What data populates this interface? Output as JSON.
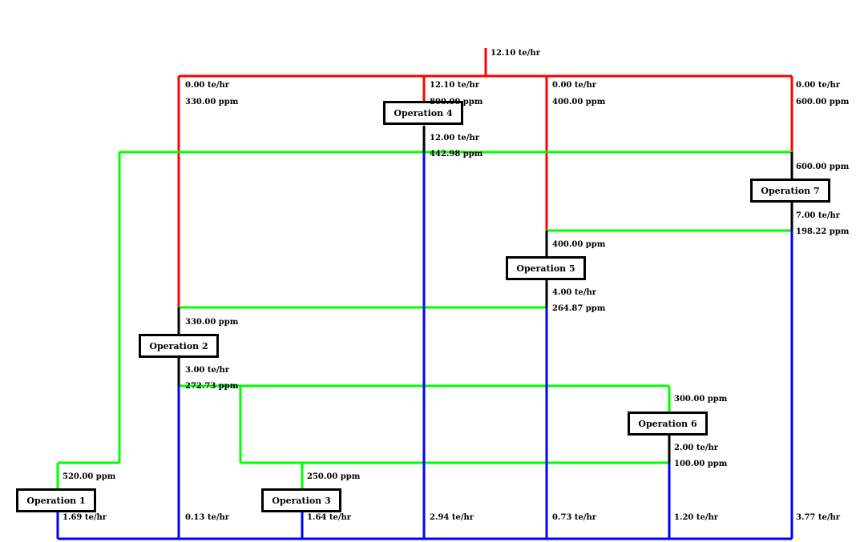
{
  "colors": {
    "freshwater_line": "#ff0000",
    "reuse_line": "#00ff00",
    "wastewater_line": "#0000ff",
    "box_border": "#000000"
  },
  "source": {
    "flow": "12.10 te/hr"
  },
  "operations": [
    {
      "name": "Operation 1",
      "inlet_ppm": "520.00 ppm",
      "outlet_flow": "1.69 te/hr"
    },
    {
      "name": "Operation 2",
      "inlet_ppm": "330.00 ppm",
      "outlet_flow": "3.00 te/hr",
      "outlet_ppm": "272.73 ppm"
    },
    {
      "name": "Operation 3",
      "inlet_ppm": "250.00 ppm",
      "outlet_flow": "1.64 te/hr"
    },
    {
      "name": "Operation 4",
      "outlet_flow": "12.00 te/hr",
      "outlet_ppm": "442.98 ppm"
    },
    {
      "name": "Operation 5",
      "inlet_ppm": "400.00 ppm",
      "outlet_flow": "4.00 te/hr",
      "outlet_ppm": "264.87 ppm"
    },
    {
      "name": "Operation 6",
      "inlet_ppm": "300.00 ppm",
      "outlet_flow": "2.00 te/hr",
      "outlet_ppm": "100.00 ppm"
    },
    {
      "name": "Operation 7",
      "inlet_ppm": "600.00 ppm",
      "outlet_flow": "7.00 te/hr",
      "outlet_ppm": "198.22 ppm"
    }
  ],
  "fresh_branches": [
    {
      "flow": "0.00 te/hr",
      "ppm": "330.00 ppm"
    },
    {
      "flow": "12.10 te/hr",
      "ppm": "800.00 ppm"
    },
    {
      "flow": "0.00 te/hr",
      "ppm": "400.00 ppm"
    },
    {
      "flow": "0.00 te/hr",
      "ppm": "600.00 ppm"
    }
  ],
  "waste_flows": [
    "0.13 te/hr",
    "2.94 te/hr",
    "0.73 te/hr",
    "1.20 te/hr",
    "3.77 te/hr"
  ]
}
